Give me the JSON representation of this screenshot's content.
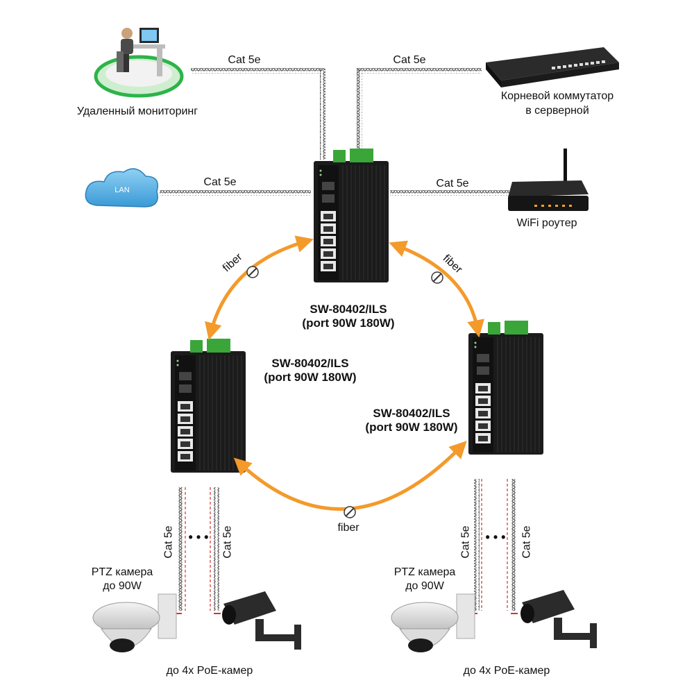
{
  "colors": {
    "fiber": "#f39a2b",
    "switch_body": "#1c1c1c",
    "terminal_green": "#3aa63a",
    "cable": "#555555",
    "poe_red": "#d93025"
  },
  "links": {
    "cat_top_left": "Cat 5e",
    "cat_top_right": "Cat 5e",
    "cat_lan": "Cat 5e",
    "cat_wifi": "Cat 5e",
    "fiber_left": "fiber",
    "fiber_right": "fiber",
    "fiber_bottom": "fiber",
    "cat_bl_1": "Cat 5e",
    "cat_bl_2": "Cat 5e",
    "cat_br_1": "Cat 5e",
    "cat_br_2": "Cat 5e"
  },
  "devices": {
    "monitoring": "Удаленный мониторинг",
    "root_switch_line1": "Корневой коммутатор",
    "root_switch_line2": "в серверной",
    "lan_cloud": "LAN",
    "wifi_router": "WiFi роутер",
    "ptz_left_line1": "PTZ камера",
    "ptz_left_line2": "до 90W",
    "ptz_right_line1": "PTZ камера",
    "ptz_right_line2": "до 90W",
    "poe_left": "до 4х PoE-камер",
    "poe_right": "до 4х PoE-камер"
  },
  "switches": {
    "top_model": "SW-80402/ILS",
    "top_ports": "(port 90W 180W)",
    "left_model": "SW-80402/ILS",
    "left_ports": "(port 90W 180W)",
    "right_model": "SW-80402/ILS",
    "right_ports": "(port 90W 180W)"
  },
  "ellipsis": "• • •"
}
